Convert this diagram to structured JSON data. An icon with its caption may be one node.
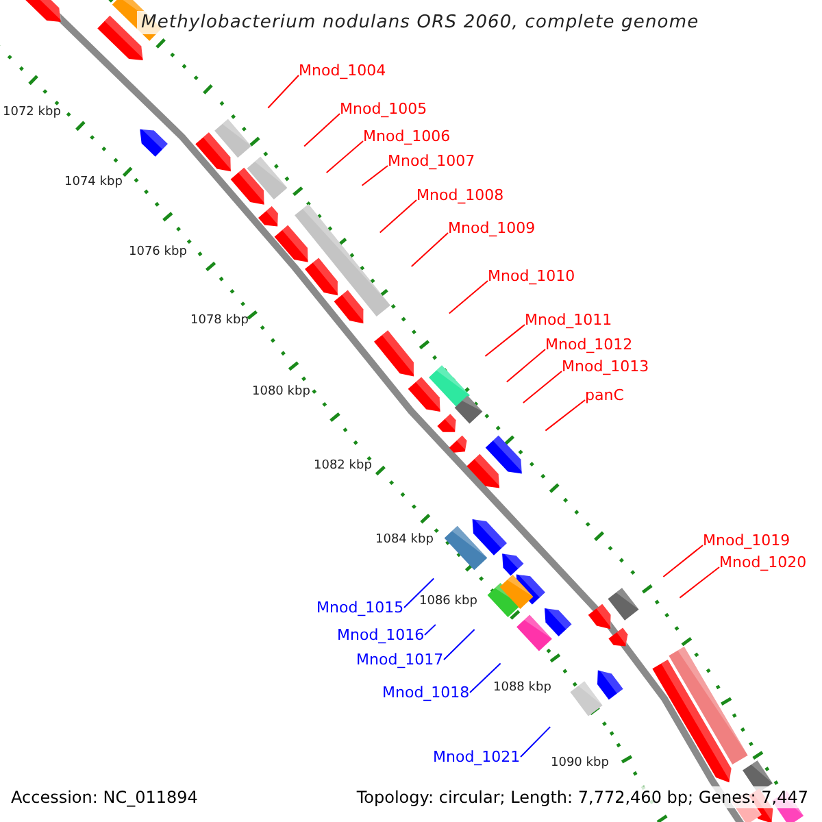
{
  "diagram": {
    "title": "Methylobacterium nodulans ORS 2060, complete genome",
    "nodes": [
      {
        "text": [
          "Mnod_1004"
        ]
      },
      {
        "text": [
          "Mnod_1005"
        ]
      },
      {
        "text": [
          "Mnod_1006"
        ]
      },
      {
        "text": [
          "Mnod_1007"
        ]
      },
      {
        "text": [
          "Mnod_1008"
        ]
      },
      {
        "text": [
          "Mnod_1009"
        ]
      },
      {
        "text": [
          "Mnod_1010"
        ]
      },
      {
        "text": [
          "Mnod_1011"
        ]
      },
      {
        "text": [
          "Mnod_1012"
        ]
      },
      {
        "text": [
          "Mnod_1013"
        ]
      },
      {
        "text": [
          "panC"
        ]
      },
      {
        "text": [
          "Mnod_1019"
        ]
      },
      {
        "text": [
          "Mnod_1020"
        ]
      },
      {
        "text": [
          "Mnod_1015"
        ]
      },
      {
        "text": [
          "Mnod_1016"
        ]
      },
      {
        "text": [
          "Mnod_1017"
        ]
      },
      {
        "text": [
          "Mnod_1018"
        ]
      },
      {
        "text": [
          "Mnod_1021"
        ]
      }
    ],
    "edges": [
      {
        "from": 0,
        "to": null,
        "arrow": "none"
      },
      {
        "from": 1,
        "to": null,
        "arrow": "none"
      },
      {
        "from": 2,
        "to": null,
        "arrow": "none"
      },
      {
        "from": 3,
        "to": null,
        "arrow": "none"
      },
      {
        "from": 4,
        "to": null,
        "arrow": "none"
      },
      {
        "from": 5,
        "to": null,
        "arrow": "none"
      },
      {
        "from": 6,
        "to": null,
        "arrow": "none"
      },
      {
        "from": 7,
        "to": null,
        "arrow": "none"
      },
      {
        "from": 8,
        "to": null,
        "arrow": "none"
      },
      {
        "from": 9,
        "to": null,
        "arrow": "none"
      },
      {
        "from": 10,
        "to": null,
        "arrow": "none"
      },
      {
        "from": 11,
        "to": null,
        "arrow": "none"
      },
      {
        "from": 12,
        "to": null,
        "arrow": "none"
      },
      {
        "from": 13,
        "to": null,
        "arrow": "none",
        "color": "#0000ff"
      },
      {
        "from": 14,
        "to": null,
        "arrow": "none",
        "color": "#0000ff"
      },
      {
        "from": 15,
        "to": null,
        "arrow": "none",
        "color": "#0000ff"
      },
      {
        "from": 16,
        "to": null,
        "arrow": "none",
        "color": "#0000ff"
      },
      {
        "from": 17,
        "to": null,
        "arrow": "none",
        "color": "#0000ff"
      }
    ],
    "labels": [
      "1072 kbp",
      "1074 kbp",
      "1076 kbp",
      "1078 kbp",
      "1080 kbp",
      "1082 kbp",
      "1084 kbp",
      "1086 kbp",
      "1088 kbp",
      "1090 kbp",
      "Accession: NC_011894",
      "Topology: circular; Length: 7,772,460 bp; Genes: 7,447"
    ]
  }
}
